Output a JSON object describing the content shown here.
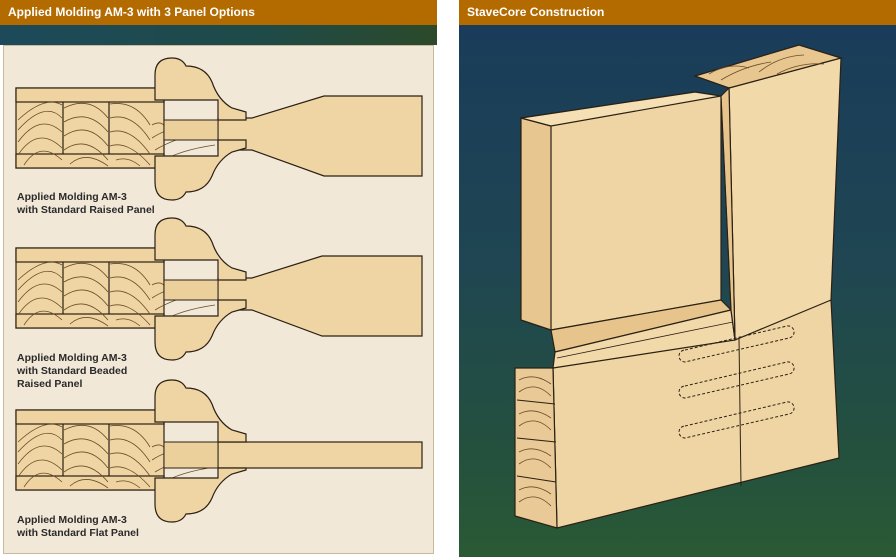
{
  "left": {
    "header": "Applied Molding AM-3 with 3 Panel Options",
    "options": [
      {
        "lines": [
          "Applied Molding AM-3",
          "with Standard Raised Panel"
        ]
      },
      {
        "lines": [
          "Applied Molding AM-3",
          "with Standard Beaded",
          "Raised Panel"
        ]
      },
      {
        "lines": [
          "Applied Molding AM-3",
          "with Standard Flat Panel"
        ]
      }
    ]
  },
  "right": {
    "header": "StaveCore Construction"
  },
  "colors": {
    "header_bg": "#b36b00",
    "wood_light": "#f0d5a4",
    "wood_mid": "#e6c48c",
    "outline": "#2b2014",
    "right_bg": "#1f4652"
  }
}
